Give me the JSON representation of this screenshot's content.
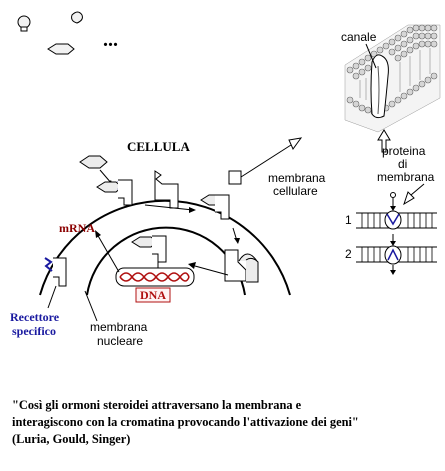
{
  "labels": {
    "ellipsis": "...",
    "cellula": "CELLULA",
    "membrana_cellulare": [
      "membrana",
      "cellulare"
    ],
    "mrna": "mRNA",
    "dna": "DNA",
    "recettore": [
      "Recettore",
      "specifico"
    ],
    "membrana_nucleare": [
      "membrana",
      "nucleare"
    ],
    "canale": "canale",
    "proteina": [
      "proteina",
      "di",
      "membrana"
    ],
    "step1": "1",
    "step2": "2"
  },
  "caption": {
    "line1": "\"Così gli ormoni steroidei  attraversano la membrana e",
    "line2": "interagiscono con la cromatina provocando l'attivazione dei geni\"",
    "line3": "(Luria, Gould, Singer)"
  },
  "colors": {
    "receptor_blue": "#1a1aa0",
    "mrna_red": "#8b0000",
    "dna_red": "#b01010",
    "ink": "#000000",
    "shape_fill": "#e8e8e8"
  }
}
